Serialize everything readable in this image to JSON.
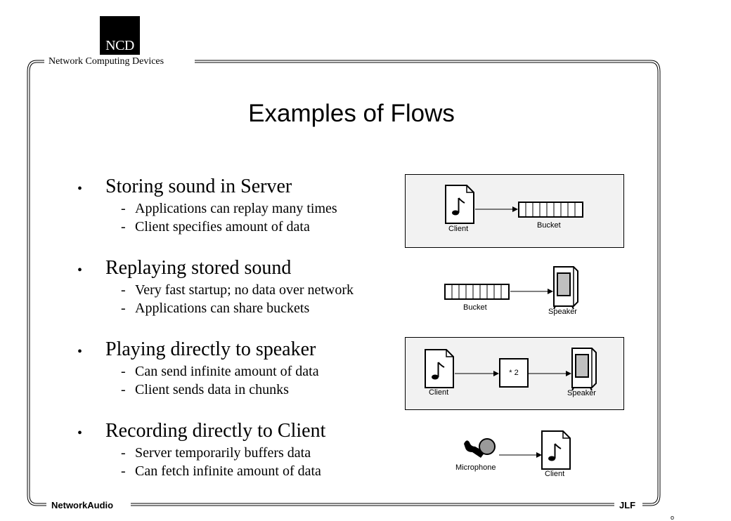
{
  "header": {
    "logo_text": "NCD",
    "company": "Network Computing Devices"
  },
  "title": "Examples of Flows",
  "bullets": [
    {
      "heading": "Storing sound in Server",
      "subs": [
        "Applications can replay many times",
        "Client specifies amount of data"
      ]
    },
    {
      "heading": "Replaying stored sound",
      "subs": [
        "Very fast startup; no data over network",
        "Applications can share buckets"
      ]
    },
    {
      "heading": "Playing directly to speaker",
      "subs": [
        "Can send infinite amount of data",
        "Client sends data in chunks"
      ]
    },
    {
      "heading": "Recording directly to Client",
      "subs": [
        "Server temporarily buffers data",
        "Can fetch infinite amount of data"
      ]
    }
  ],
  "bullet_symbol": "•",
  "dash_symbol": "-",
  "diagrams": {
    "d1": {
      "from_label": "Client",
      "to_label": "Bucket"
    },
    "d2": {
      "from_label": "Bucket",
      "to_label": "Speaker"
    },
    "d3": {
      "from_label": "Client",
      "mid_label": "* 2",
      "to_label": "Speaker"
    },
    "d4": {
      "from_label": "Microphone",
      "to_label": "Client"
    }
  },
  "footer": {
    "left": "NetworkAudio",
    "right": "JLF",
    "corner": "o"
  },
  "colors": {
    "panel_background": "#f2f2f2",
    "speaker_screen": "#c0c0c0",
    "microphone_head": "#9a9a9a"
  }
}
